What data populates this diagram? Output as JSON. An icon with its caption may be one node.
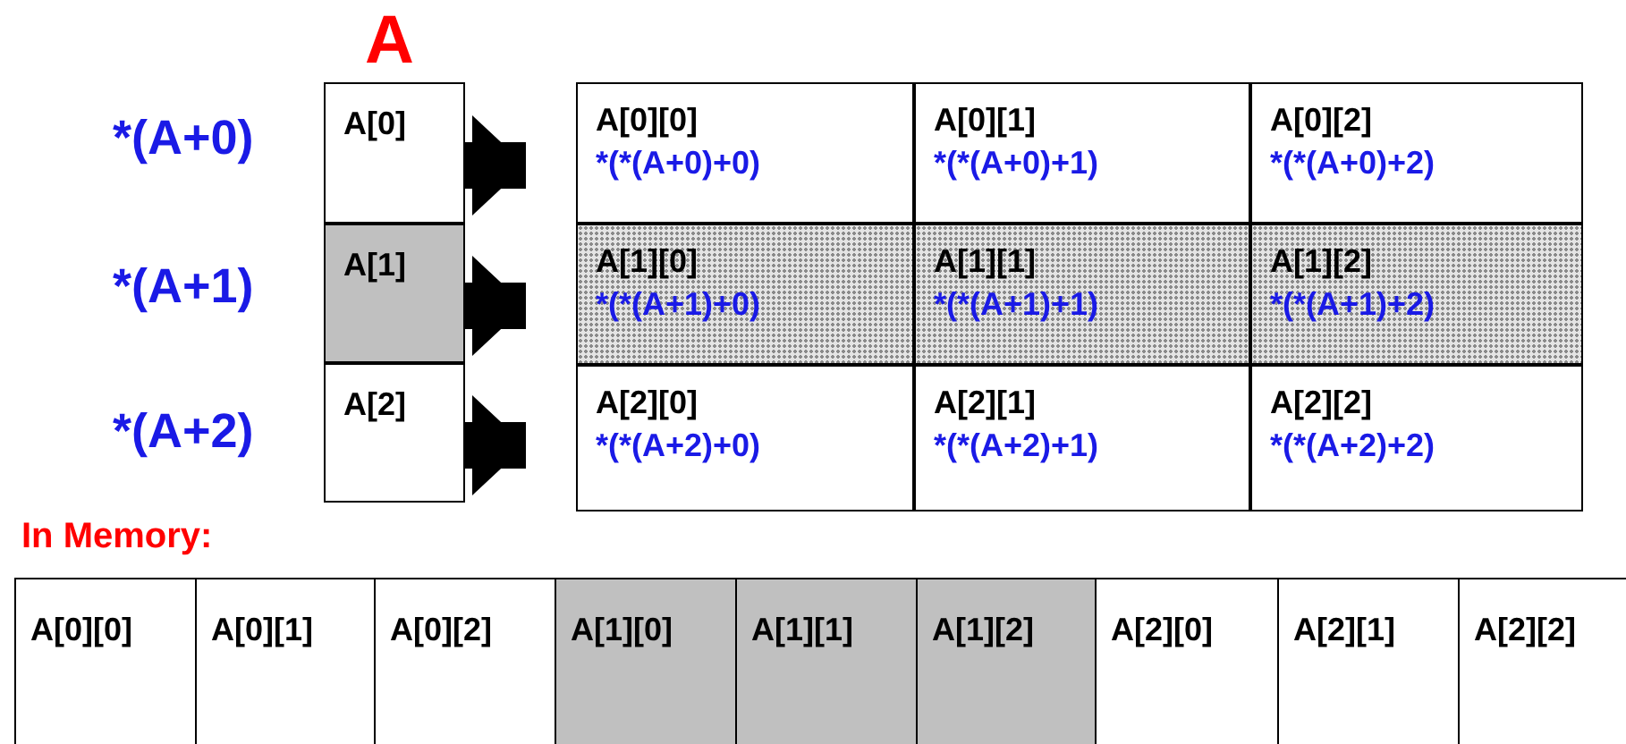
{
  "diagram": {
    "nodes": [
      {
        "text": [
          "A[0]"
        ]
      },
      {
        "text": [
          "A[1]"
        ]
      },
      {
        "text": [
          "A[2]"
        ]
      },
      {
        "text": [
          "A[0][0]",
          "*(*(A+0)+0)"
        ]
      },
      {
        "text": [
          "A[0][1]",
          "*(*(A+0)+1)"
        ]
      },
      {
        "text": [
          "A[0][2]",
          "*(*(A+0)+2)"
        ]
      },
      {
        "text": [
          "A[1][0]",
          "*(*(A+1)+0)"
        ]
      },
      {
        "text": [
          "A[1][1]",
          "*(*(A+1)+1)"
        ]
      },
      {
        "text": [
          "A[1][2]",
          "*(*(A+1)+2)"
        ]
      },
      {
        "text": [
          "A[2][0]",
          "*(*(A+2)+0)"
        ]
      },
      {
        "text": [
          "A[2][1]",
          "*(*(A+2)+1)"
        ]
      },
      {
        "text": [
          "A[2][2]",
          "*(*(A+2)+2)"
        ]
      },
      {
        "text": [
          "A[0][0]"
        ]
      },
      {
        "text": [
          "A[0][1]"
        ]
      },
      {
        "text": [
          "A[0][2]"
        ]
      },
      {
        "text": [
          "A[1][0]"
        ]
      },
      {
        "text": [
          "A[1][1]"
        ]
      },
      {
        "text": [
          "A[1][2]"
        ]
      },
      {
        "text": [
          "A[2][0]"
        ]
      },
      {
        "text": [
          "A[2][1]"
        ]
      },
      {
        "text": [
          "A[2][2]"
        ]
      }
    ],
    "edges": [
      {
        "from": 0,
        "to": 3,
        "arrow": "to"
      },
      {
        "from": 1,
        "to": 6,
        "arrow": "to"
      },
      {
        "from": 2,
        "to": 9,
        "arrow": "to"
      }
    ],
    "labels": [
      "A",
      "*(A+0)",
      "*(A+1)",
      "*(A+2)",
      "In Memory:"
    ]
  }
}
